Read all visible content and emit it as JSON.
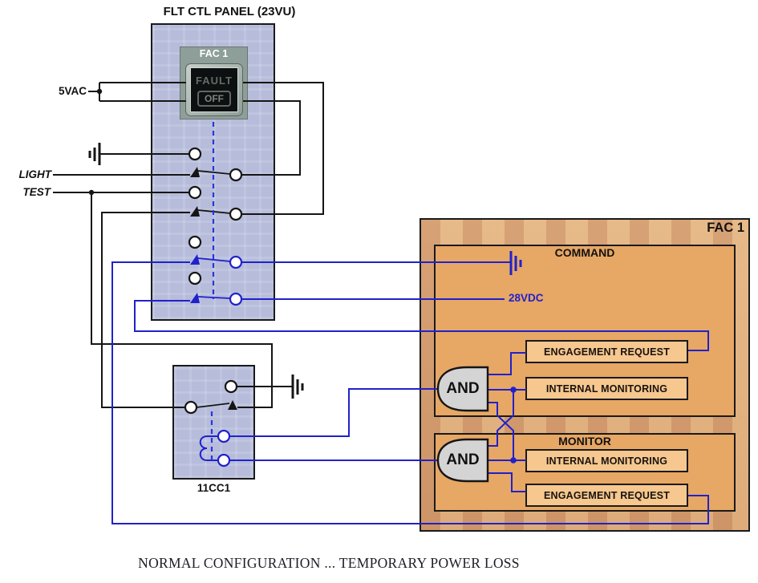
{
  "title": "FLT CTL PANEL (23VU)",
  "caption": "NORMAL CONFIGURATION ... TEMPORARY POWER LOSS",
  "panel": {
    "plate_label": "FAC 1",
    "button": {
      "line1": "FAULT",
      "line2": "OFF"
    }
  },
  "inputs": {
    "supply": "5VAC",
    "light": "LIGHT",
    "test": "TEST"
  },
  "relay": {
    "label": "11CC1"
  },
  "fac": {
    "box_label": "FAC 1",
    "dc_label": "28VDC",
    "command": {
      "title": "COMMAND",
      "gate_label": "AND",
      "engagement_label": "ENGAGEMENT REQUEST",
      "monitoring_label": "INTERNAL MONITORING"
    },
    "monitor": {
      "title": "MONITOR",
      "gate_label": "AND",
      "monitoring_label": "INTERNAL MONITORING",
      "engagement_label": "ENGAGEMENT REQUEST"
    }
  },
  "colors": {
    "wire_black": "#151515",
    "wire_blue": "#2121cb",
    "mech_link_blue": "#2a35e0",
    "panel_fill": "#b6bcda",
    "fac_outer_fill": "#d9a26b",
    "fac_inner_fill": "#e7a765",
    "sub_box_fill": "#f6c78e",
    "gate_fill": "#d4d4d4",
    "button_face": "#0d1010",
    "plate_fill": "#8e9e99"
  },
  "icons": {
    "ground_panel": "earth-ground",
    "ground_relay": "earth-ground",
    "ground_command": "earth-ground"
  }
}
